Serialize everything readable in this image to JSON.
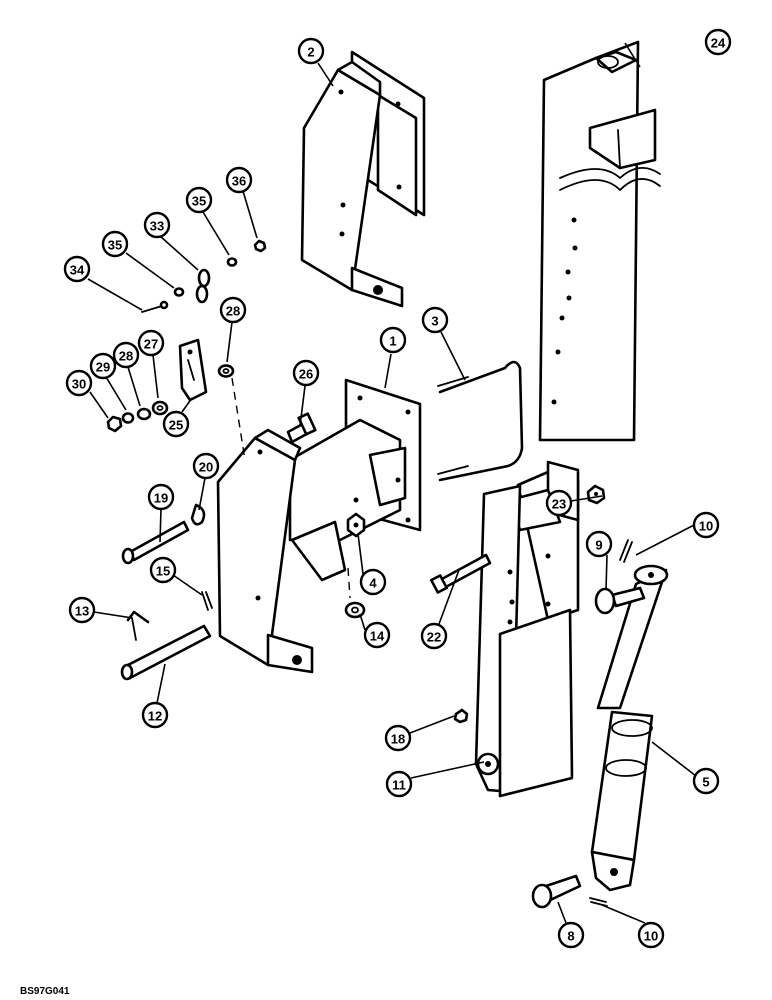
{
  "figure_code": "BS97G041",
  "callouts": {
    "c1": "1",
    "c2": "2",
    "c3": "3",
    "c4": "4",
    "c5": "5",
    "c8": "8",
    "c9": "9",
    "c10a": "10",
    "c10b": "10",
    "c11": "11",
    "c12": "12",
    "c13": "13",
    "c14": "14",
    "c15": "15",
    "c18": "18",
    "c19": "19",
    "c20": "20",
    "c22": "22",
    "c23": "23",
    "c24": "24",
    "c25": "25",
    "c26": "26",
    "c27": "27",
    "c28a": "28",
    "c28b": "28",
    "c29": "29",
    "c30": "30",
    "c33": "33",
    "c34": "34",
    "c35a": "35",
    "c35b": "35",
    "c36": "36"
  }
}
